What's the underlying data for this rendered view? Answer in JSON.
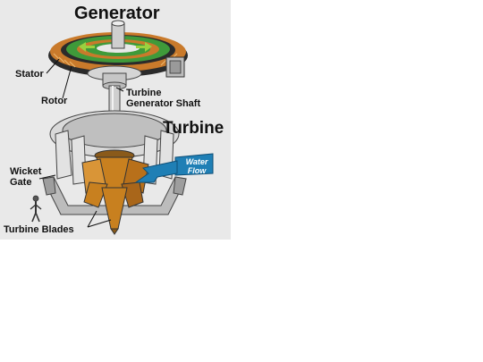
{
  "labels": {
    "generator": "Generator",
    "turbine": "Turbine",
    "stator": "Stator",
    "rotor": "Rotor",
    "shaft_line1": "Turbine",
    "shaft_line2": "Generator Shaft",
    "wicket_line1": "Wicket",
    "wicket_line2": "Gate",
    "water_line1": "Water",
    "water_line2": "Flow",
    "blades": "Turbine Blades"
  },
  "colors": {
    "background": "#e9e9e9",
    "metal": "#d9d9d9",
    "metal_dark": "#8c8c8c",
    "rotor_green": "#3f9a3a",
    "stator_orange": "#c97a2b",
    "blade_orange": "#c8801f",
    "water_blue": "#1f7fb5"
  }
}
